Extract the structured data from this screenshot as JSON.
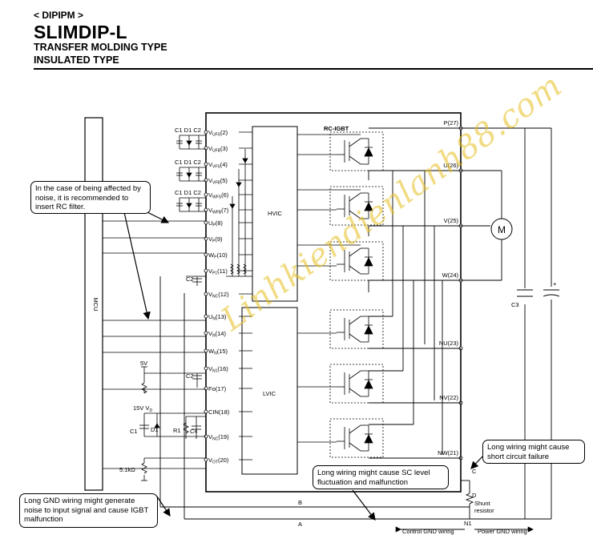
{
  "header": {
    "series": "< DIPIPM >",
    "title": "SLIMDIP-L",
    "line1": "TRANSFER MOLDING TYPE",
    "line2": "INSULATED TYPE"
  },
  "blocks": {
    "mcu": "MCU",
    "hvic": "HVIC",
    "lvic": "LVIC",
    "rcigbt": "RC-IGBT",
    "motor": "M"
  },
  "pins_left": [
    {
      "id": "vufs",
      "main": "V",
      "sub": "UFS",
      "num": "(2)"
    },
    {
      "id": "vufb",
      "main": "V",
      "sub": "UFB",
      "num": "(3)"
    },
    {
      "id": "vvfs",
      "main": "V",
      "sub": "VFS",
      "num": "(4)"
    },
    {
      "id": "vvfb",
      "main": "V",
      "sub": "VFB",
      "num": "(5)"
    },
    {
      "id": "vwfs",
      "main": "V",
      "sub": "WFS",
      "num": "(6)"
    },
    {
      "id": "vwfb",
      "main": "V",
      "sub": "WFB",
      "num": "(7)"
    },
    {
      "id": "up",
      "main": "U",
      "sub": "P",
      "num": "(8)"
    },
    {
      "id": "vp",
      "main": "V",
      "sub": "P",
      "num": "(9)"
    },
    {
      "id": "wp",
      "main": "W",
      "sub": "P",
      "num": "(10)"
    },
    {
      "id": "vp1",
      "main": "V",
      "sub": "P1",
      "num": "(11)"
    },
    {
      "id": "vnc12",
      "main": "V",
      "sub": "NC",
      "num": "(12)"
    },
    {
      "id": "un",
      "main": "U",
      "sub": "N",
      "num": "(13)"
    },
    {
      "id": "vn",
      "main": "V",
      "sub": "N",
      "num": "(14)"
    },
    {
      "id": "wn",
      "main": "W",
      "sub": "N",
      "num": "(15)"
    },
    {
      "id": "vn1",
      "main": "V",
      "sub": "N1",
      "num": "(16)"
    },
    {
      "id": "fo",
      "main": "Fo",
      "sub": "",
      "num": "(17)"
    },
    {
      "id": "cin",
      "main": "CIN",
      "sub": "",
      "num": "(18)"
    },
    {
      "id": "vnc19",
      "main": "V",
      "sub": "NC",
      "num": "(19)"
    },
    {
      "id": "vot",
      "main": "V",
      "sub": "OT",
      "num": "(20)"
    }
  ],
  "pins_right": [
    {
      "id": "p",
      "text": "P(27)"
    },
    {
      "id": "u",
      "text": "U(26)"
    },
    {
      "id": "v",
      "text": "V(25)"
    },
    {
      "id": "w",
      "text": "W(24)"
    },
    {
      "id": "nu",
      "text": "NU(23)"
    },
    {
      "id": "nv",
      "text": "NV(22)"
    },
    {
      "id": "nw",
      "text": "NW(21)"
    }
  ],
  "components": {
    "c1": "C1",
    "d1": "D1",
    "c2": "C2",
    "c3": "C3",
    "c4": "C4",
    "r1": "R1",
    "v5": "5V",
    "v15": "15V V",
    "v15_sub": "D",
    "r51": "5.1kΩ",
    "shunt1": "Shunt",
    "shunt2": "resistor",
    "plus": "+"
  },
  "nodes": {
    "a": "A",
    "b": "B",
    "c": "C",
    "d": "D",
    "n1": "N1"
  },
  "ground_labels": {
    "control": "Control GND wiring",
    "power": "Power GND wiring"
  },
  "notes": {
    "rc_filter": "In the case of being affected by noise, it is recommended to insert RC filter.",
    "short_circuit": "Long wiring might cause short circuit failure",
    "sc_level": "Long wiring might cause SC level fluctuation and malfunction",
    "gnd_noise": "Long GND wiring might generate noise to input signal and cause IGBT malfunction"
  },
  "watermark": "Linhkiendienlanh88.com"
}
